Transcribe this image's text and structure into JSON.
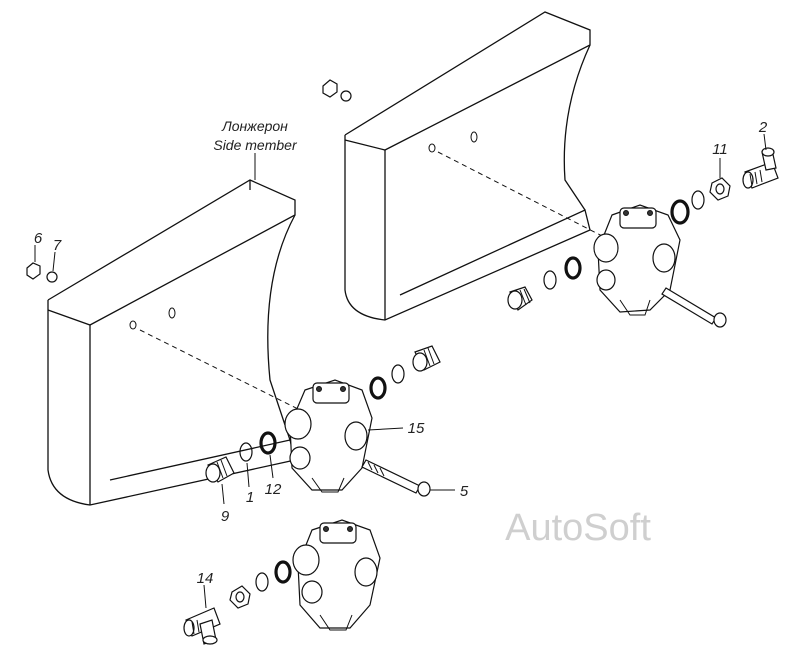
{
  "side_member_label": {
    "line1": "Лонжерон",
    "line2": "Side member"
  },
  "callouts": {
    "c1": "1",
    "c2": "2",
    "c5": "5",
    "c6": "6",
    "c7": "7",
    "c9": "9",
    "c11": "11",
    "c12": "12",
    "c14": "14",
    "c15": "15"
  },
  "watermark": "AutoSoft",
  "colors": {
    "line": "#111111",
    "watermark": "#cfcfcf",
    "background": "#ffffff"
  }
}
